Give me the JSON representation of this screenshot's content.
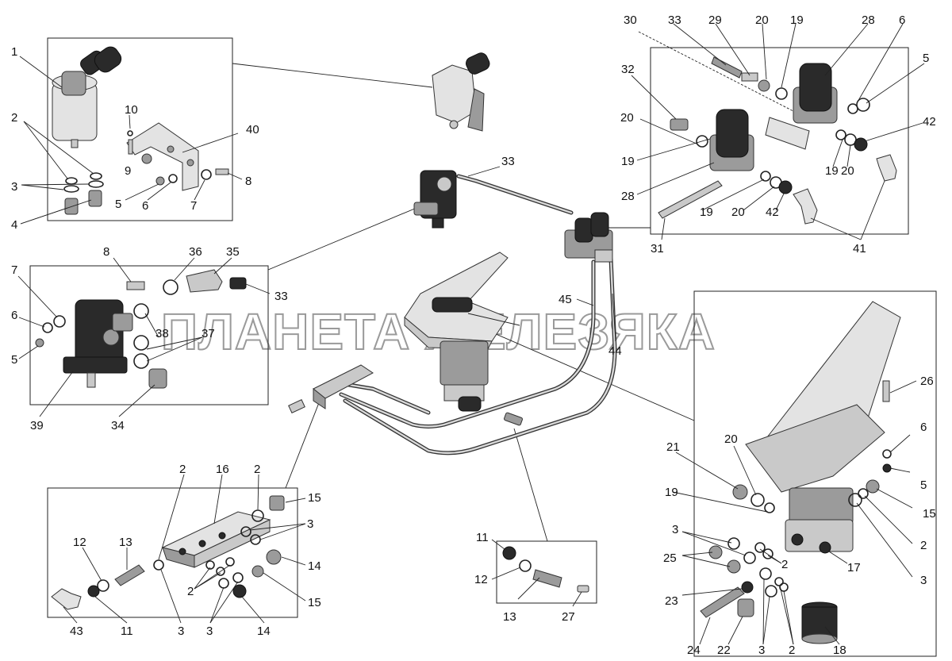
{
  "watermark": "ПЛАНЕТА ЖЕЛЕЗЯКА",
  "labels": {
    "l1": "1",
    "l2a": "2",
    "l3a": "3",
    "l4": "4",
    "l10": "10",
    "l9": "9",
    "l40": "40",
    "l8a": "8",
    "l5a": "5",
    "l6a": "6",
    "l7a": "7",
    "l33top": "33",
    "l30": "30",
    "l33r": "33",
    "l29": "29",
    "l20a": "20",
    "l19a": "19",
    "l28a": "28",
    "l6r": "6",
    "l5r": "5",
    "l32": "32",
    "l20b": "20",
    "l19b": "19",
    "l28b": "28",
    "l42a": "42",
    "l19c": "19",
    "l20c": "20",
    "l19d": "19",
    "l20d": "20",
    "l42b": "42",
    "l31": "31",
    "l41": "41",
    "l8b": "8",
    "l36": "36",
    "l35": "35",
    "l7b": "7",
    "l33c": "33",
    "l6b": "6",
    "l38": "38",
    "l37": "37",
    "l5b": "5",
    "l39": "39",
    "l34": "34",
    "l45": "45",
    "l44": "44",
    "l26": "26",
    "l21": "21",
    "l20e": "20",
    "l6c": "6",
    "l5c": "5",
    "l19e": "19",
    "l15c": "15",
    "l2e": "2",
    "l3e": "3",
    "l25": "25",
    "l2f": "2",
    "l17": "17",
    "l3f": "3",
    "l23": "23",
    "l24": "24",
    "l22": "22",
    "l3g": "3",
    "l2g": "2",
    "l18": "18",
    "l2b": "2",
    "l16": "16",
    "l2c": "2",
    "l15a": "15",
    "l3b": "3",
    "l12a": "12",
    "l13a": "13",
    "l14a": "14",
    "l2d": "2",
    "l15b": "15",
    "l43": "43",
    "l11a": "11",
    "l3c": "3",
    "l3d": "3",
    "l14b": "14",
    "l11b": "11",
    "l12b": "12",
    "l13b": "13",
    "l27": "27"
  }
}
